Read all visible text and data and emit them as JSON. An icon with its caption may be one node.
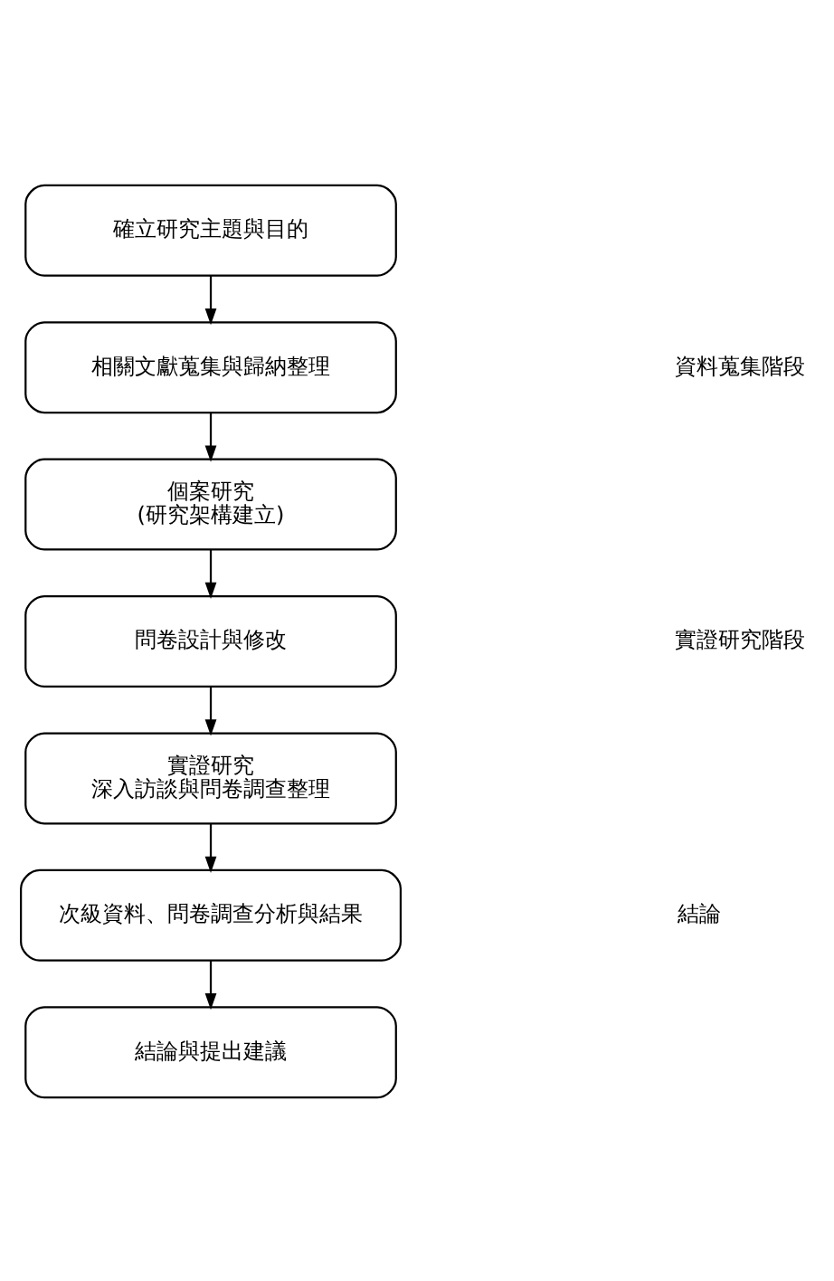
{
  "diagram": {
    "nodes": [
      {
        "text": [
          "確立研究主題與目的"
        ]
      },
      {
        "text": [
          "相關文獻蒐集與歸納整理"
        ]
      },
      {
        "text": [
          "個案研究",
          "(研究架構建立)"
        ]
      },
      {
        "text": [
          "問卷設計與修改"
        ]
      },
      {
        "text": [
          "實證研究",
          "深入訪談與問卷調查整理"
        ]
      },
      {
        "text": [
          "次級資料、問卷調查分析與結果"
        ]
      },
      {
        "text": [
          "結論與提出建議"
        ]
      }
    ],
    "edges": [
      {
        "from": 0,
        "to": 1,
        "arrow": "to"
      },
      {
        "from": 1,
        "to": 2,
        "arrow": "to"
      },
      {
        "from": 2,
        "to": 3,
        "arrow": "to"
      },
      {
        "from": 3,
        "to": 4,
        "arrow": "to"
      },
      {
        "from": 4,
        "to": 5,
        "arrow": "to"
      },
      {
        "from": 5,
        "to": 6,
        "arrow": "to"
      }
    ],
    "labels": [
      "資料蒐集階段",
      "實證研究階段",
      "結論"
    ]
  }
}
